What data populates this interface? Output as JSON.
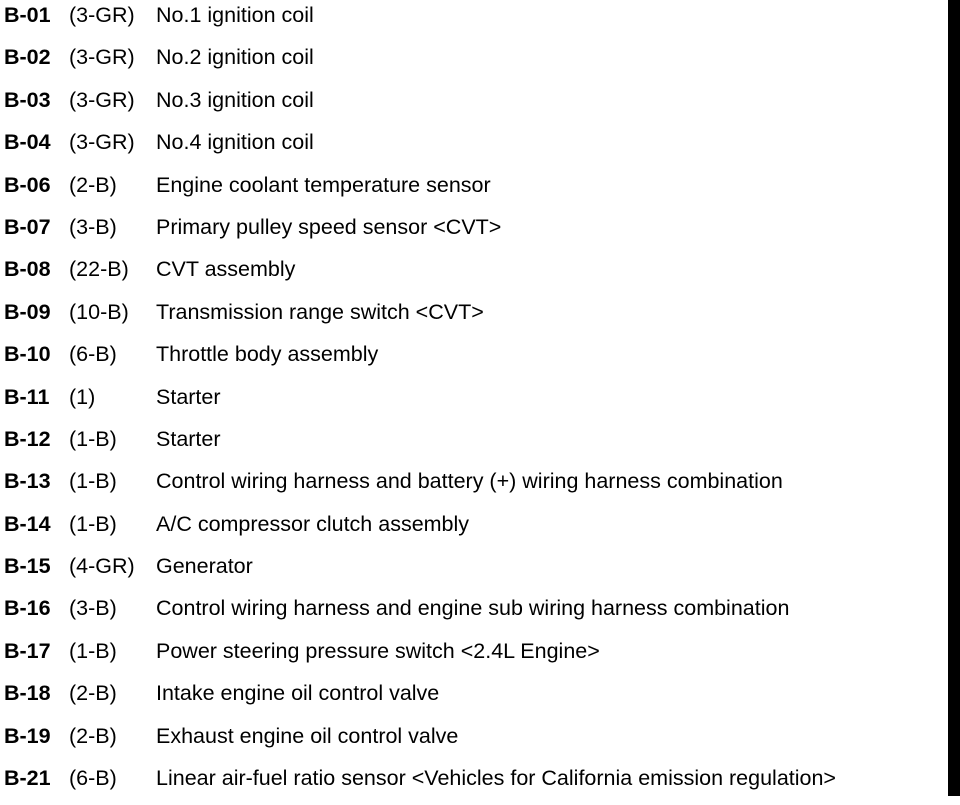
{
  "connectors": [
    {
      "code": "B-01",
      "spec": "(3-GR)",
      "description": "No.1 ignition coil"
    },
    {
      "code": "B-02",
      "spec": "(3-GR)",
      "description": "No.2 ignition coil"
    },
    {
      "code": "B-03",
      "spec": "(3-GR)",
      "description": "No.3 ignition coil"
    },
    {
      "code": "B-04",
      "spec": "(3-GR)",
      "description": "No.4 ignition coil"
    },
    {
      "code": "B-06",
      "spec": "(2-B)",
      "description": "Engine coolant temperature sensor"
    },
    {
      "code": "B-07",
      "spec": "(3-B)",
      "description": "Primary pulley speed sensor <CVT>"
    },
    {
      "code": "B-08",
      "spec": "(22-B)",
      "description": "CVT assembly"
    },
    {
      "code": "B-09",
      "spec": "(10-B)",
      "description": "Transmission range switch <CVT>"
    },
    {
      "code": "B-10",
      "spec": "(6-B)",
      "description": "Throttle body assembly"
    },
    {
      "code": "B-11",
      "spec": "(1)",
      "description": "Starter"
    },
    {
      "code": "B-12",
      "spec": "(1-B)",
      "description": "Starter"
    },
    {
      "code": "B-13",
      "spec": "(1-B)",
      "description": "Control wiring harness and battery (+) wiring harness combination"
    },
    {
      "code": "B-14",
      "spec": "(1-B)",
      "description": "A/C compressor clutch assembly"
    },
    {
      "code": "B-15",
      "spec": "(4-GR)",
      "description": "Generator"
    },
    {
      "code": "B-16",
      "spec": "(3-B)",
      "description": "Control wiring harness and engine sub wiring harness combination"
    },
    {
      "code": "B-17",
      "spec": "(1-B)",
      "description": "Power steering pressure switch <2.4L Engine>"
    },
    {
      "code": "B-18",
      "spec": "(2-B)",
      "description": "Intake engine oil control valve"
    },
    {
      "code": "B-19",
      "spec": "(2-B)",
      "description": "Exhaust engine oil control valve"
    },
    {
      "code": "B-21",
      "spec": "(6-B)",
      "description": "Linear air-fuel ratio sensor <Vehicles for California emission regulation>"
    }
  ]
}
